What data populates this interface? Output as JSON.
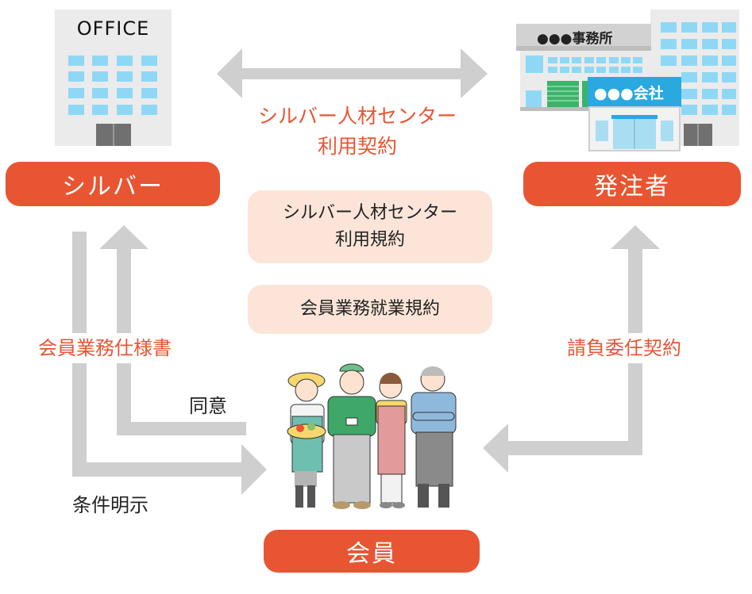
{
  "parties": {
    "silver": {
      "label": "シルバー",
      "building_sign": "OFFICE"
    },
    "client": {
      "label": "発注者",
      "sign_office": "●●●事務所",
      "sign_company": "●●●会社"
    },
    "member": {
      "label": "会員"
    }
  },
  "contracts": {
    "silver_client": "シルバー人材センター\n利用契約",
    "client_member": "請負委任契約",
    "silver_member_spec": "会員業務仕様書",
    "agree": "同意",
    "conditions": "条件明示"
  },
  "rules": [
    {
      "text": "シルバー人材センター\n利用規約"
    },
    {
      "text": "会員業務就業規約"
    }
  ],
  "colors": {
    "accent": "#e85532",
    "rule_bg": "#fce5d8",
    "arrow": "#cfcfcf",
    "window": "#8fd8f5",
    "company_sign": "#2aa8e0"
  }
}
